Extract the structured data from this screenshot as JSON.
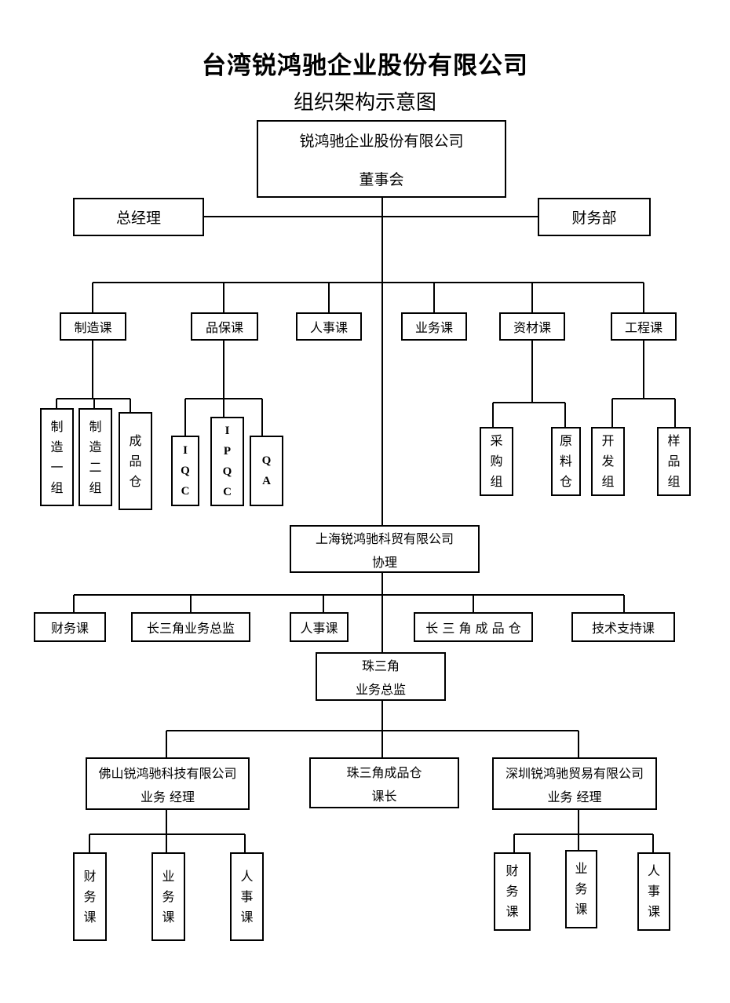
{
  "title": "台湾锐鸿驰企业股份有限公司",
  "subtitle": "组织架构示意图",
  "top": {
    "line1": "锐鸿驰企业股份有限公司",
    "line2": "董事会"
  },
  "gm": "总经理",
  "finance_dept": "财务部",
  "sections": [
    {
      "label": "制造课",
      "children": [
        [
          "制",
          "造",
          "一",
          "组"
        ],
        [
          "制",
          "造",
          "二",
          "组"
        ],
        [
          "成",
          "品",
          "仓"
        ]
      ]
    },
    {
      "label": "品保课",
      "children": [
        [
          "I",
          "Q",
          "C"
        ],
        [
          "I",
          "P",
          "Q",
          "C"
        ],
        [
          "Q",
          "A"
        ]
      ]
    },
    {
      "label": "人事课"
    },
    {
      "label": "业务课"
    },
    {
      "label": "资材课",
      "children": [
        [
          "采",
          "购",
          "组"
        ],
        [
          "原",
          "料",
          "仓"
        ]
      ]
    },
    {
      "label": "工程课",
      "children": [
        [
          "开",
          "发",
          "组"
        ],
        [
          "样",
          "品",
          "组"
        ]
      ]
    }
  ],
  "shanghai": {
    "line1": "上海锐鸿驰科贸有限公司",
    "line2": "协理"
  },
  "shanghai_units": [
    "财务课",
    "长三角业务总监",
    "人事课",
    "长 三 角 成 品 仓",
    "技术支持课"
  ],
  "zhusanjiao": {
    "line1": "珠三角",
    "line2": "业务总监"
  },
  "branches": [
    {
      "line1": "佛山锐鸿驰科技有限公司",
      "line2": "业务 经理",
      "children": [
        [
          "财",
          "务",
          "课"
        ],
        [
          "业",
          "务",
          "课"
        ],
        [
          "人",
          "事",
          "课"
        ]
      ]
    },
    {
      "line1": "珠三角成品仓",
      "line2": "课长"
    },
    {
      "line1": "深圳锐鸿驰贸易有限公司",
      "line2": "业务 经理",
      "children": [
        [
          "财",
          "务",
          "课"
        ],
        [
          "业",
          "务",
          "课"
        ],
        [
          "人",
          "事",
          "课"
        ]
      ]
    }
  ]
}
